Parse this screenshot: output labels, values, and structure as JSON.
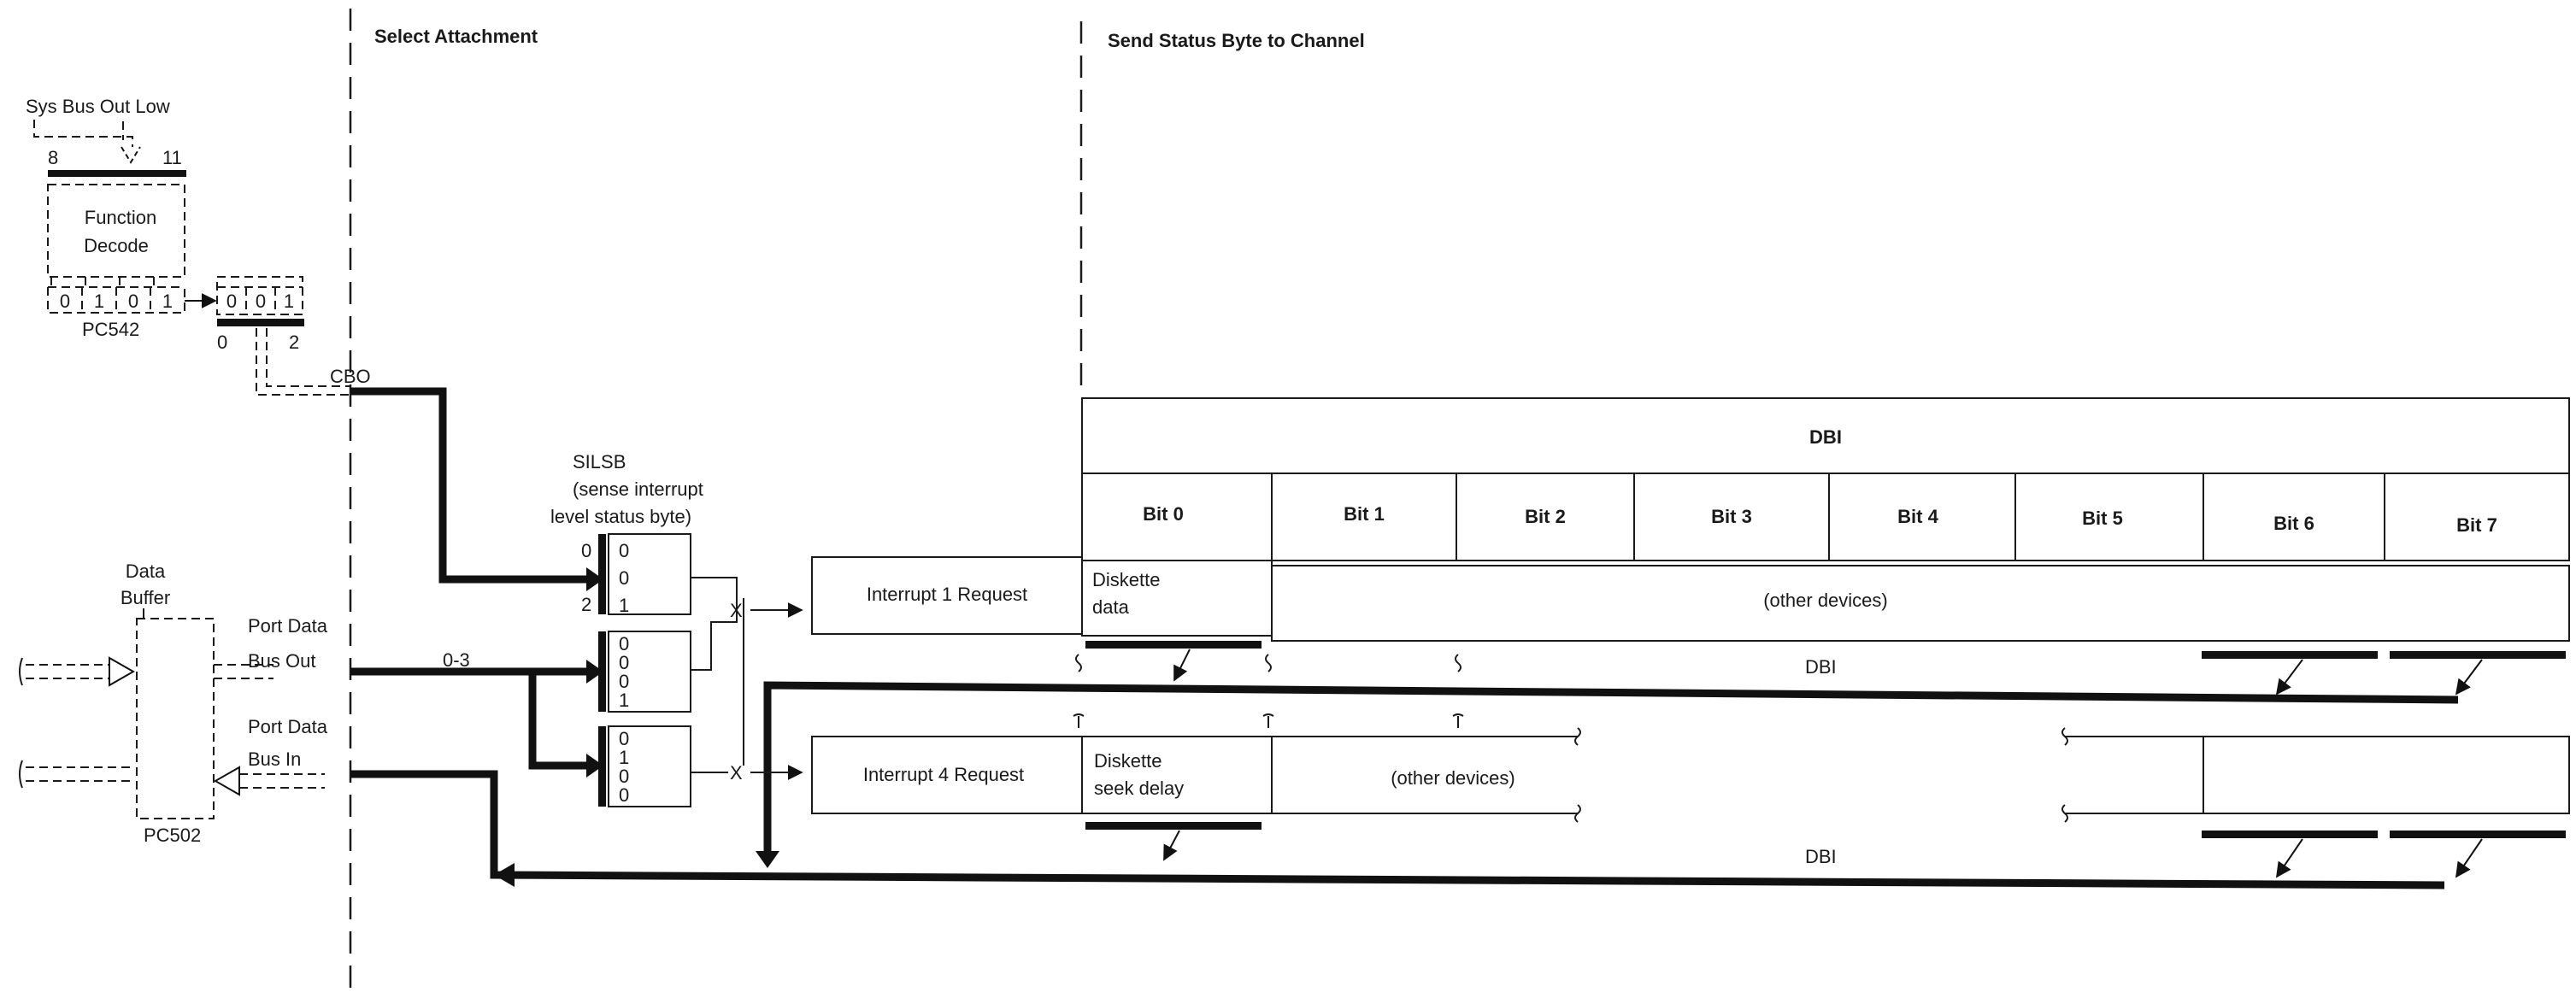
{
  "phases": {
    "select_attachment": "Select Attachment",
    "send_status": "Send Status Byte to Channel"
  },
  "function_decode": {
    "source_label": "Sys Bus Out Low",
    "bit_start": "8",
    "bit_end": "11",
    "line1": "Function",
    "line2": "Decode",
    "bits": [
      "0",
      "1",
      "0",
      "1"
    ],
    "card": "PC542"
  },
  "cbo": {
    "bits": [
      "0",
      "0",
      "1"
    ],
    "bit_start": "0",
    "bit_end": "2",
    "label": "CBO"
  },
  "data_buffer": {
    "line1": "Data",
    "line2": "Buffer",
    "card": "PC502",
    "out_line1": "Port Data",
    "out_line2": "Bus Out",
    "in_line1": "Port Data",
    "in_line2": "Bus In",
    "bus_range": "0-3"
  },
  "silsb": {
    "title": "SILSB",
    "desc1": "(sense interrupt",
    "desc2": "level status byte)",
    "reg1_index_top": "0",
    "reg1_index_bottom": "2",
    "reg1_bits": [
      "0",
      "0",
      "1"
    ],
    "reg2_bits": [
      "0",
      "0",
      "0",
      "1"
    ],
    "reg3_bits": [
      "0",
      "1",
      "0",
      "0"
    ],
    "and_symbol": "X"
  },
  "dbi_table": {
    "header": "DBI",
    "bits": [
      "Bit 0",
      "Bit 1",
      "Bit 2",
      "Bit 3",
      "Bit 4",
      "Bit 5",
      "Bit 6",
      "Bit 7"
    ],
    "int1_label": "Interrupt 1 Request",
    "int1_bit0_line1": "Diskette",
    "int1_bit0_line2": "data",
    "int1_other": "(other devices)",
    "int4_label": "Interrupt 4 Request",
    "int4_bit0_line1": "Diskette",
    "int4_bit0_line2": "seek delay",
    "int4_other": "(other devices)",
    "dbi_bus1": "DBI",
    "dbi_bus2": "DBI"
  }
}
